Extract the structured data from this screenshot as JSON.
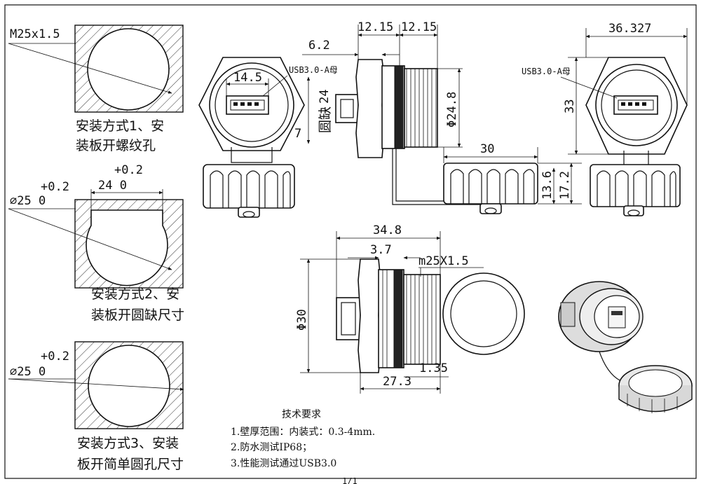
{
  "install_methods": [
    {
      "thread_label": "M25x1.5",
      "caption_line1": "安装方式1、安",
      "caption_line2": "装板开螺纹孔"
    },
    {
      "tol_top": "+0.2",
      "flat_value": "24 0",
      "tol_left": "+0.2",
      "diameter_label": "⌀25 0",
      "caption_line1": "安装方式2、安",
      "caption_line2": "装板开圆缺尺寸"
    },
    {
      "tol_top": "+0.2",
      "diameter_label": "⌀25 0",
      "caption_line1": "安装方式3、安装",
      "caption_line2": "板开简单圆孔尺寸"
    }
  ],
  "front_view": {
    "width_dim": "14.5",
    "height_dim": "24",
    "cutout_label": "圆缺",
    "small_dim": "7",
    "connector_label": "USB3.0-A母"
  },
  "side_view": {
    "dim_a": "12.15",
    "dim_b": "12.15",
    "dim_c": "6.2",
    "thread_dia": "Φ24.8"
  },
  "right_view": {
    "width_dim": "36.327",
    "height_dim": "33",
    "connector_label": "USB3.0-A母"
  },
  "cap_view": {
    "length_dim": "30",
    "inner_height": "13.6",
    "outer_height": "17.2"
  },
  "lower_view": {
    "overall_length": "34.8",
    "flange_dim": "3.7",
    "thread_label": "m25X1.5",
    "diameter": "Φ30",
    "thread_length": "27.3",
    "small_gap": "1.35"
  },
  "tech_requirements": {
    "title": "技术要求",
    "items": [
      "1.壁厚范围：内装式：0.3-4mm.",
      "2.防水测试IP68；",
      "3.性能测试通过USB3.0"
    ]
  },
  "page_number": "1/1"
}
